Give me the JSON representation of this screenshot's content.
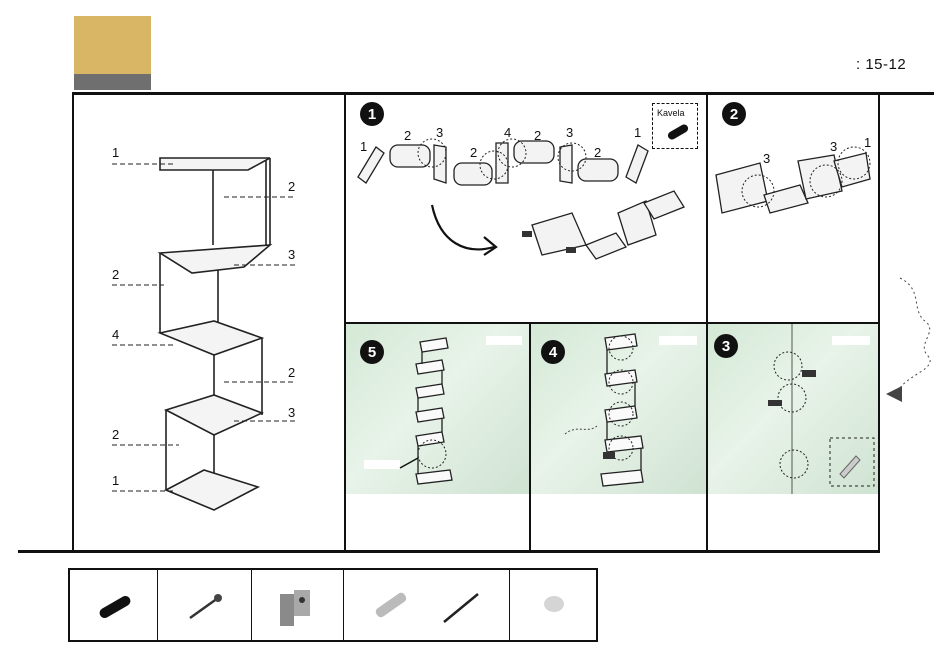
{
  "header": {
    "code": ": 15-12",
    "colors": {
      "accent": "#d8b665",
      "bar": "#6f6f6f",
      "photo_bg": "#dcecdd"
    }
  },
  "overview": {
    "labels": [
      "1",
      "2",
      "2",
      "3",
      "4",
      "2",
      "3",
      "2",
      "1"
    ]
  },
  "steps": [
    {
      "number": "1",
      "part_labels": [
        "1",
        "2",
        "3",
        "2",
        "4",
        "2",
        "3",
        "2",
        "1"
      ],
      "inset_label": "Kavela"
    },
    {
      "number": "2",
      "part_labels": [
        "3",
        "3",
        "1"
      ]
    },
    {
      "number": "3"
    },
    {
      "number": "4"
    },
    {
      "number": "5"
    }
  ],
  "parts_strip": {
    "icons": [
      "dowel-icon",
      "screw-icon",
      "bracket-icon",
      "wall-plug-icon",
      "nail-icon",
      "felt-pad-icon"
    ]
  }
}
